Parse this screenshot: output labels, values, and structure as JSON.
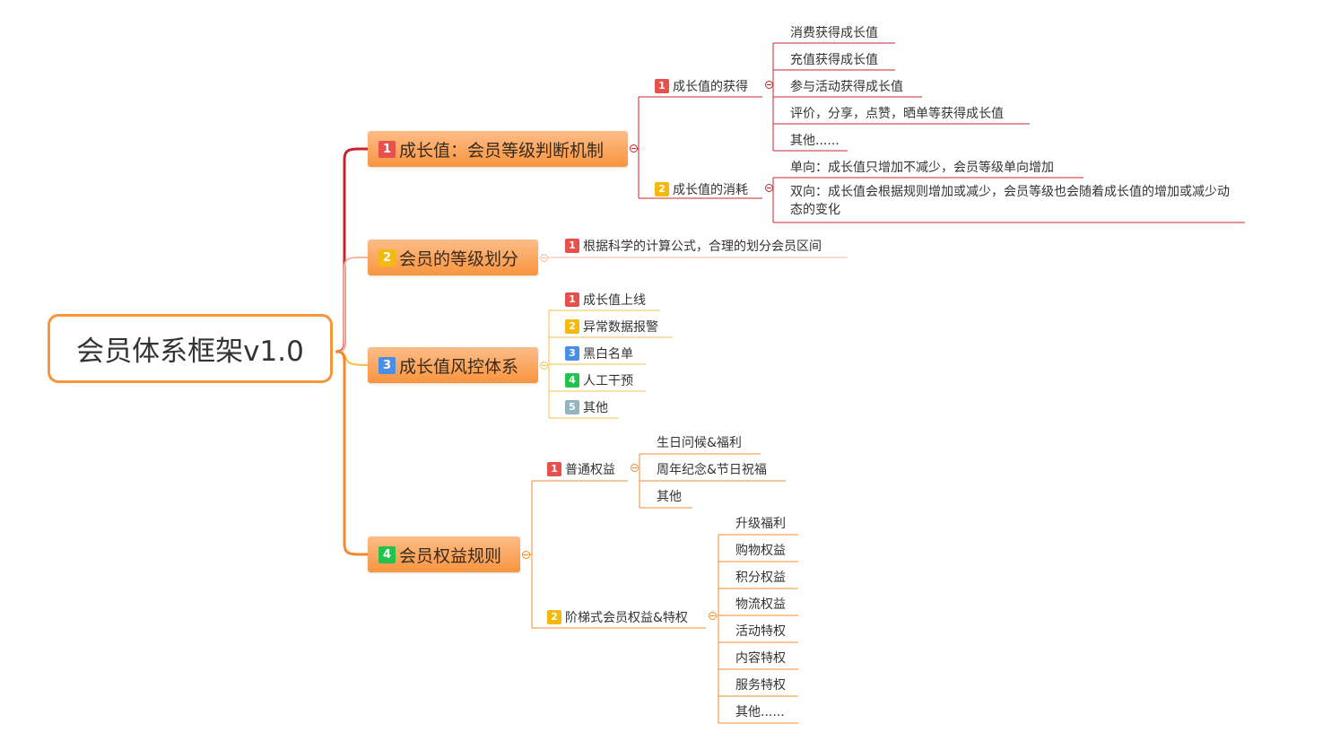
{
  "root": {
    "label": "会员体系框架v1.0"
  },
  "badge_colors": {
    "1": "#e8504b",
    "2": "#f5b80c",
    "3": "#4a8fe7",
    "4": "#24c24c",
    "5": "#92b5c0"
  },
  "line_colors": {
    "branch1": "#c8242a",
    "branch2": "#f2b79c",
    "branch3": "#f2c14e",
    "branch4": "#f68829"
  },
  "branches": [
    {
      "badge": "1",
      "label": "成长值：会员等级判断机制",
      "children": [
        {
          "badge": "1",
          "label": "成长值的获得",
          "items": [
            "消费获得成长值",
            "充值获得成长值",
            "参与活动获得成长值",
            "评价，分享，点赞，晒单等获得成长值",
            "其他......"
          ]
        },
        {
          "badge": "2",
          "label": "成长值的消耗",
          "items": [
            "单向：成长值只增加不减少，会员等级单向增加",
            "双向：成长值会根据规则增加或减少，会员等级也会随着成长值的增加或减少动态的变化"
          ]
        }
      ]
    },
    {
      "badge": "2",
      "label": "会员的等级划分",
      "children": [
        {
          "badge": "1",
          "label": "根据科学的计算公式，合理的划分会员区间"
        }
      ]
    },
    {
      "badge": "3",
      "label": "成长值风控体系",
      "children": [
        {
          "badge": "1",
          "label": "成长值上线"
        },
        {
          "badge": "2",
          "label": "异常数据报警"
        },
        {
          "badge": "3",
          "label": "黑白名单"
        },
        {
          "badge": "4",
          "label": "人工干预"
        },
        {
          "badge": "5",
          "label": "其他"
        }
      ]
    },
    {
      "badge": "4",
      "label": "会员权益规则",
      "children": [
        {
          "badge": "1",
          "label": "普通权益",
          "items": [
            "生日问候&福利",
            "周年纪念&节日祝福",
            "其他"
          ]
        },
        {
          "badge": "2",
          "label": "阶梯式会员权益&特权",
          "items": [
            "升级福利",
            "购物权益",
            "积分权益",
            "物流权益",
            "活动特权",
            "内容特权",
            "服务特权",
            "其他......"
          ]
        }
      ]
    }
  ]
}
